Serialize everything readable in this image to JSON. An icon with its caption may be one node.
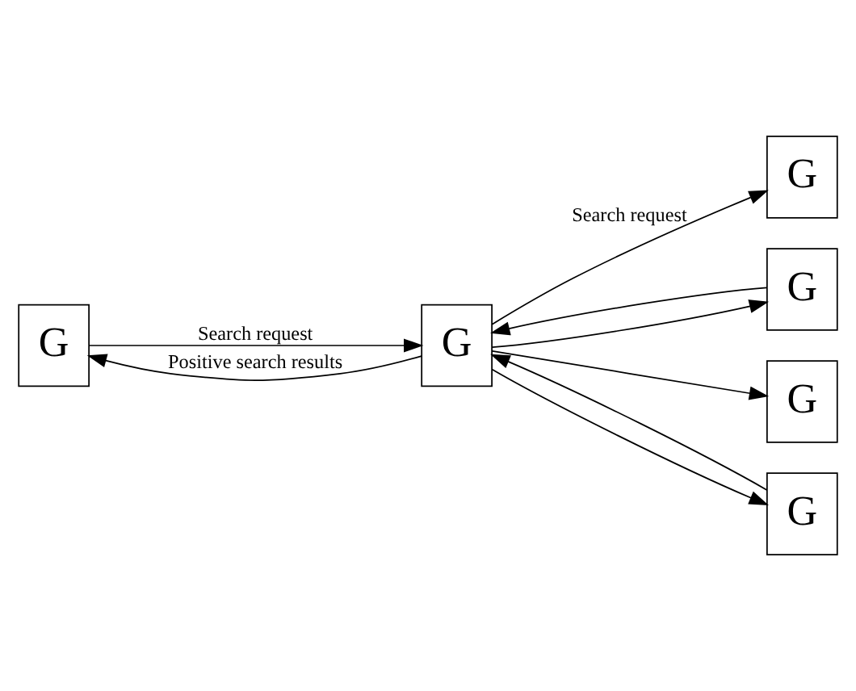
{
  "diagram": {
    "nodes": [
      {
        "text": [
          "G"
        ]
      },
      {
        "text": [
          "G"
        ]
      },
      {
        "text": [
          "G"
        ]
      },
      {
        "text": [
          "G"
        ]
      },
      {
        "text": [
          "G"
        ]
      },
      {
        "text": [
          "G"
        ]
      }
    ],
    "edges": [
      {
        "from": 0,
        "to": 1,
        "arrow": "to",
        "label": "Search request"
      },
      {
        "from": 1,
        "to": 0,
        "arrow": "to",
        "label": "Positive search results"
      },
      {
        "from": 1,
        "to": 2,
        "arrow": "to",
        "label": "Search request"
      },
      {
        "from": 3,
        "to": 1,
        "arrow": "to"
      },
      {
        "from": 1,
        "to": 3,
        "arrow": "to"
      },
      {
        "from": 1,
        "to": 4,
        "arrow": "to"
      },
      {
        "from": 1,
        "to": 5,
        "arrow": "to"
      },
      {
        "from": 5,
        "to": 1,
        "arrow": "to"
      }
    ]
  }
}
